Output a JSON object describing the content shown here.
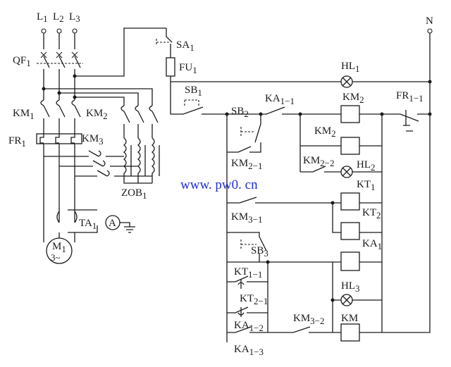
{
  "supply": {
    "l1": "L",
    "l1_sub": "1",
    "l2": "L",
    "l2_sub": "2",
    "l3": "L",
    "l3_sub": "3",
    "neutral": "N"
  },
  "power": {
    "qf": "QF",
    "qf_sub": "1",
    "km1": "KM",
    "km1_sub": "1",
    "km2": "KM",
    "km2_sub": "2",
    "fr1": "FR",
    "fr1_sub": "1",
    "km3": "KM",
    "km3_sub": "3",
    "zob": "ZOB",
    "zob_sub": "1",
    "ta": "TA",
    "ta_sub": "1",
    "ammeter": "A",
    "motor": "M",
    "motor_sub": "1",
    "motor_phase": "3~"
  },
  "control": {
    "sa": "SA",
    "sa_sub": "1",
    "fu": "FU",
    "fu_sub": "1",
    "hl1": "HL",
    "hl1_sub": "1",
    "sb1": "SB",
    "sb1_sub": "1",
    "ka11": "KA",
    "ka11_sub": "1−1",
    "km2_coil": "KM",
    "km2_coil_sub": "2",
    "fr11": "FR",
    "fr11_sub": "1−1",
    "sb2": "SB",
    "sb2_sub": "2",
    "km2_aux": "KM",
    "km2_aux_sub": "2",
    "km21": "KM",
    "km21_sub": "2−1",
    "km22": "KM",
    "km22_sub": "2−2",
    "hl2": "HL",
    "hl2_sub": "2",
    "kt1": "KT",
    "kt1_sub": "1",
    "km31": "KM",
    "km31_sub": "3−1",
    "kt2": "KT",
    "kt2_sub": "2",
    "sb3": "SB",
    "sb3_sub": "3",
    "ka1": "KA",
    "ka1_sub": "1",
    "kt11": "KT",
    "kt11_sub": "1−1",
    "hl3": "HL",
    "hl3_sub": "3",
    "kt21": "KT",
    "kt21_sub": "2−1",
    "ka12": "KA",
    "ka12_sub": "1−2",
    "km32": "KM",
    "km32_sub": "3−2",
    "km": "KM",
    "ka13": "KA",
    "ka13_sub": "1−3"
  },
  "watermark": "www. pw0. cn"
}
